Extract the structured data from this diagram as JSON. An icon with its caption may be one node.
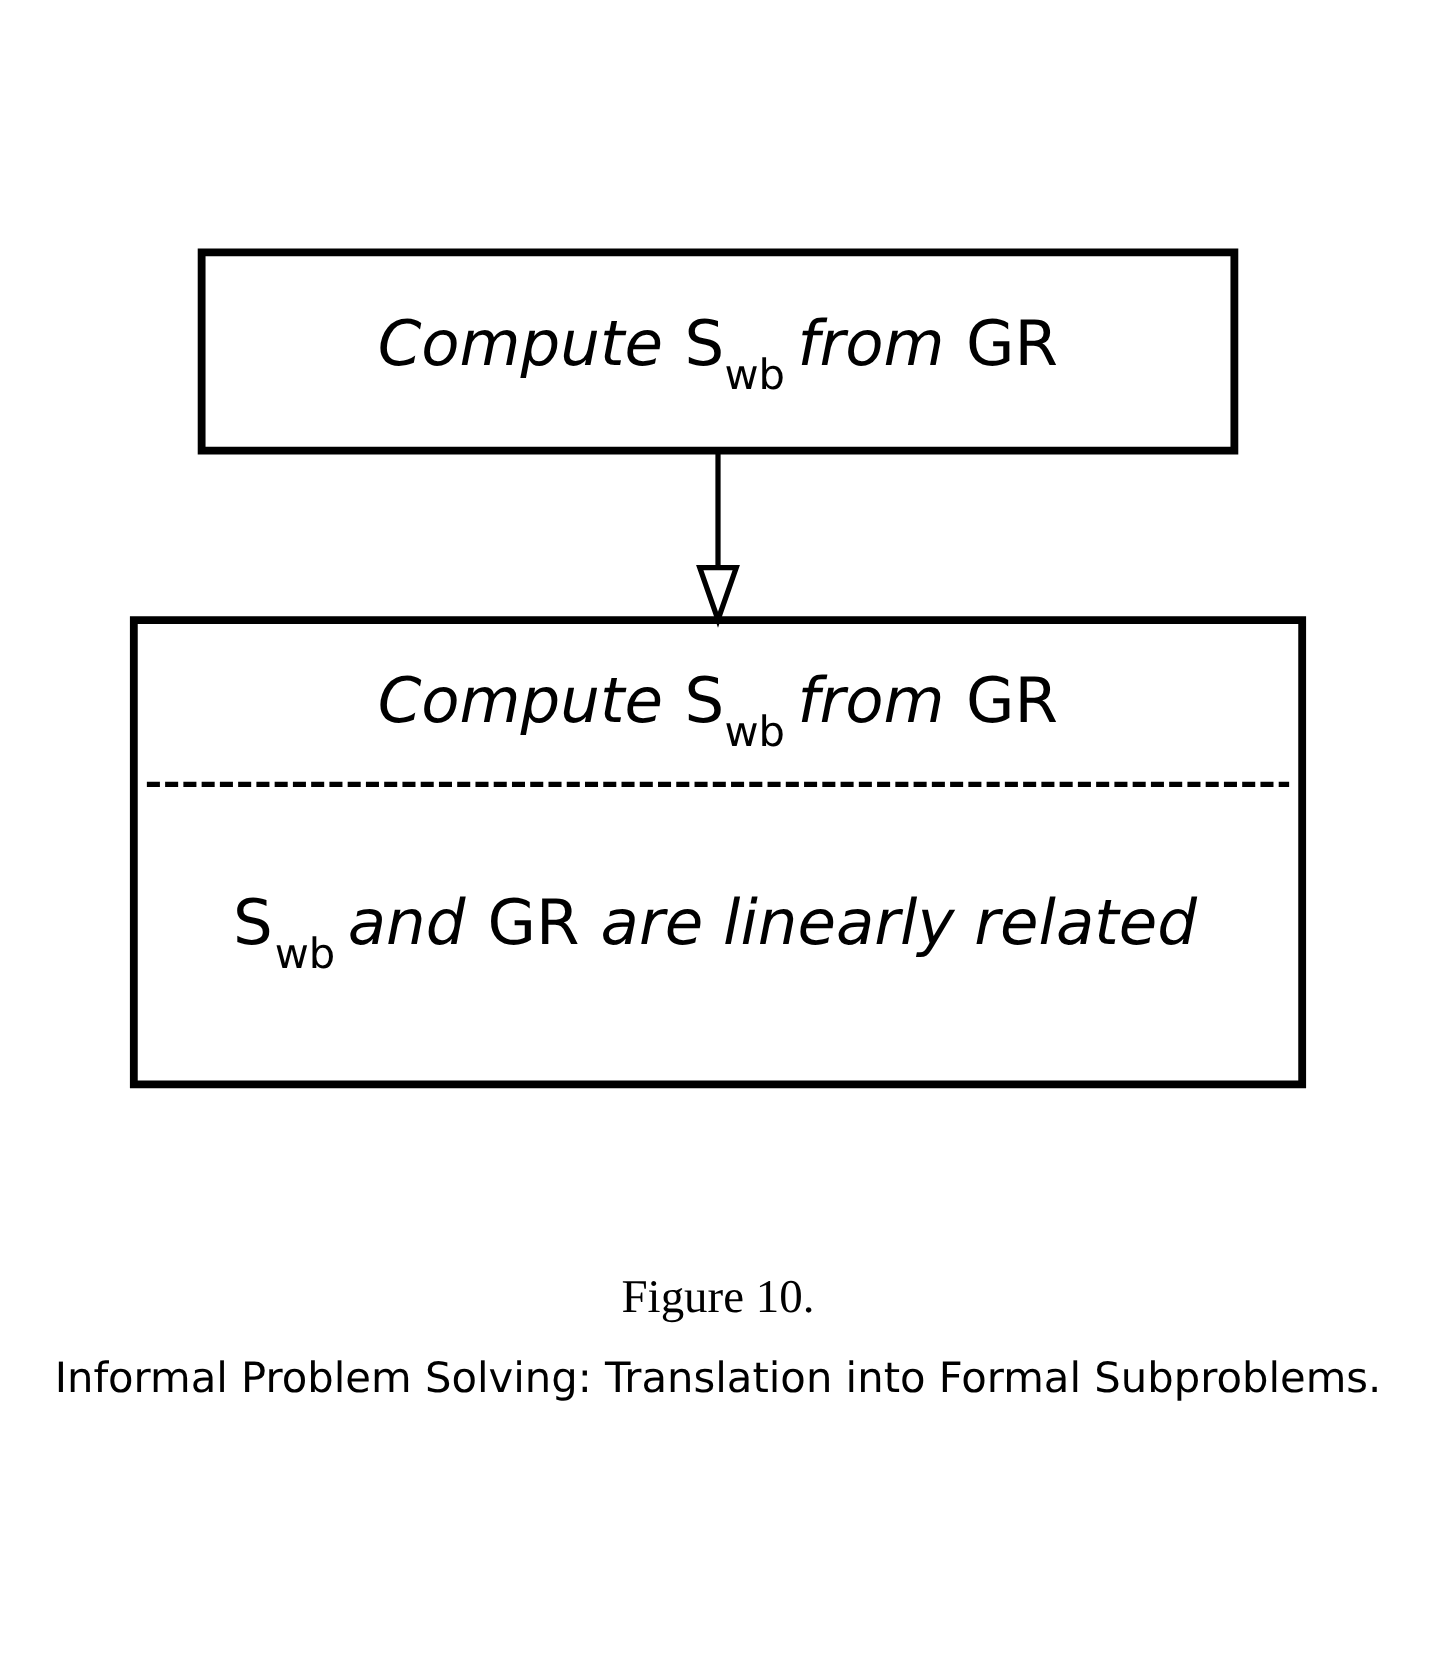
{
  "diagram": {
    "caption": "Informal Problem Solving: Translation into Formal Subproblems.",
    "nodes": [
      {
        "text": [
          "*Compute* S$_{wb}$ *from* GR"
        ]
      },
      {
        "text": [
          "*Compute* S$_{wb}$ *from* GR",
          "S$_{wb}$ *and* GR *are linearly related*"
        ]
      }
    ],
    "edges": [
      {
        "from": 0,
        "to": 1,
        "arrow": "to"
      }
    ],
    "labels": [
      "Figure 10."
    ]
  }
}
